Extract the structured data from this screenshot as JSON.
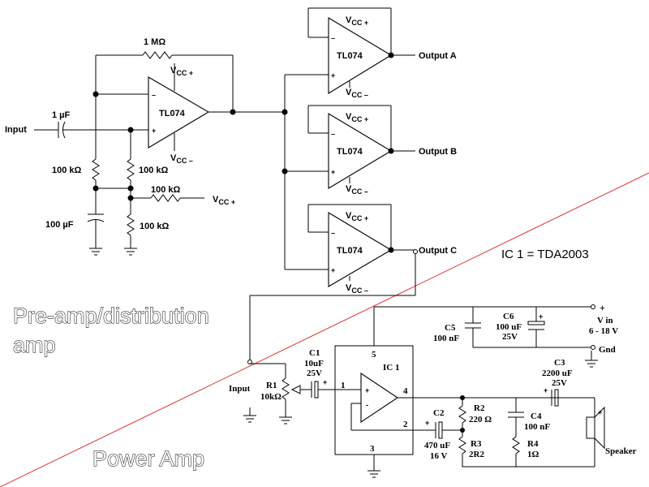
{
  "preamp": {
    "r_feedback": "1 MΩ",
    "c_input": "1 µF",
    "input_label": "Input",
    "r1": "100 kΩ",
    "r2": "100 kΩ",
    "r3": "100 kΩ",
    "r4": "100 kΩ",
    "c_bypass": "100 µF",
    "vcc_plus_main": "V",
    "vcc_sub": "CC +",
    "vcc_minus_sub": "CC –",
    "opamp_label": "TL074",
    "outputs": [
      "Output A",
      "Output B",
      "Output C"
    ],
    "plus": "+",
    "minus": "–"
  },
  "ic_note": "IC 1 = TDA2003",
  "sections": {
    "preamp_line1": "Pre-amp/distribution",
    "preamp_line2": "amp",
    "power": "Power Amp"
  },
  "poweramp": {
    "input_label": "Input",
    "r1_name": "R1",
    "r1_value": "10kΩ",
    "c1_name": "C1",
    "c1_value": "10uF",
    "c1_volt": "25V",
    "ic_name": "IC 1",
    "pin1": "1",
    "pin2": "2",
    "pin3": "3",
    "pin4": "4",
    "pin5": "5",
    "c2_name": "C2",
    "c2_value": "470 uF",
    "c2_volt": "16 V",
    "r2_name": "R2",
    "r2_value": "220 Ω",
    "r3_name": "R3",
    "r3_value": "2R2",
    "c4_name": "C4",
    "c4_value": "100 nF",
    "r4_name": "R4",
    "r4_value": "1Ω",
    "c3_name": "C3",
    "c3_value": "2200 uF",
    "c3_volt": "25V",
    "c5_name": "C5",
    "c5_value": "100 nF",
    "c6_name": "C6",
    "c6_value": "100 uF",
    "c6_volt": "25V",
    "vin_plus": "+",
    "vin_label": "V in",
    "vin_range": "6 - 18 V",
    "gnd": "Gnd",
    "speaker": "Speaker",
    "plus": "+",
    "minus": "-"
  }
}
